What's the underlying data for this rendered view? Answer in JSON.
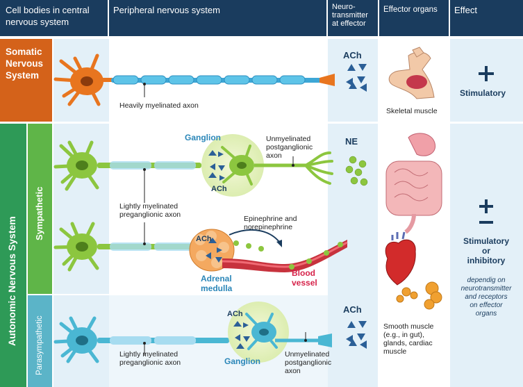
{
  "headers": {
    "cell_bodies": "Cell bodies in central nervous system",
    "peripheral": "Peripheral nervous system",
    "neurotransmitter": "Neuro-\ntransmitter\nat effector",
    "effector_organs": "Effector organs",
    "effect": "Effect"
  },
  "somatic": {
    "label": "Somatic\nNervous\nSystem",
    "axon_label": "Heavily myelinated axon",
    "neurotransmitter": "ACh",
    "organ": "Skeletal muscle",
    "effect_symbol": "+",
    "effect": "Stimulatory"
  },
  "autonomic": {
    "label": "Autonomic Nervous System",
    "sympathetic_label": "Sympathetic",
    "parasympathetic_label": "Parasympathetic",
    "symp_ganglion": "Ganglion",
    "symp_ganglion_nt": "ACh",
    "symp_post_axon": "Unmyelinated\npostganglionic\naxon",
    "symp_nt": "NE",
    "symp_pre_axon": "Lightly myelinated\npreganglionic axon",
    "adrenal_nt": "ACh",
    "epinephrine": "Epinephrine and\nnorepinephrine",
    "adrenal": "Adrenal\nmedulla",
    "blood_vessel": "Blood\nvessel",
    "para_ganglion_nt": "ACh",
    "para_ganglion": "Ganglion",
    "para_pre_axon": "Lightly myelinated\npreganglionic axon",
    "para_post_axon": "Unmyelinated\npostganglionic\naxon",
    "para_nt": "ACh",
    "organs": "Smooth muscle\n(e.g., in gut),\nglands, cardiac\nmuscle",
    "effect_plus": "+",
    "effect_minus": "−",
    "effect": "Stimulatory\nor\ninhibitory",
    "effect_note": "dependig on\nneurotransmitter\nand receptors\non effector\norgans"
  },
  "colors": {
    "header": "#1a3c5e",
    "somatic": "#d4621a",
    "autonomic": "#2e9a57",
    "sympathetic": "#5fb548",
    "parasympathetic": "#5bb4c8",
    "light_bg": "#e3f0f8",
    "somatic_neuron": "#e8751f",
    "symp_neuron": "#8cc63f",
    "para_neuron": "#4ab7d3",
    "myelin": "#5ec4e8",
    "nt_triangle": "#2b5f97",
    "ne_dot": "#8dc63f",
    "blood_label": "#d6234a",
    "ganglion_label": "#2a86b8"
  }
}
